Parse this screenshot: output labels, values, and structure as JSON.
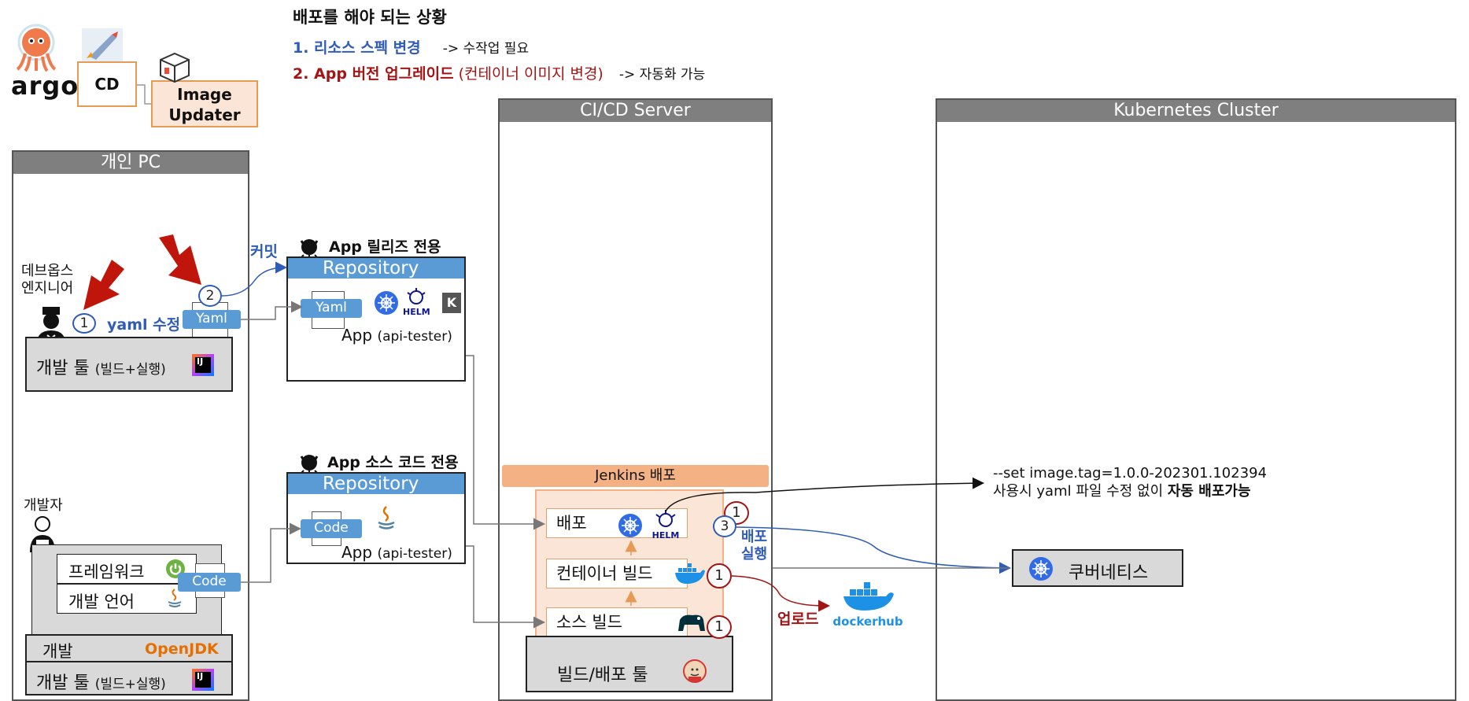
{
  "header": {
    "title": "배포를 해야 되는 상황",
    "line1_main": "1. 리소스 스펙 변경",
    "line1_note": "-> 수작업 필요",
    "line2_main": "2. App 버전 업그레이드",
    "line2_paren": "(컨테이너 이미지 변경)",
    "line2_note": "-> 자동화 가능"
  },
  "argo": {
    "logo_text": "argo",
    "cd_label": "CD",
    "image_updater_line1": "Image",
    "image_updater_line2": "Updater"
  },
  "personal_pc": {
    "title": "개인 PC",
    "devops_line1": "데브옵스",
    "devops_line2": "엔지니어",
    "yaml_edit": "yaml 수정",
    "yaml_tag": "Yaml",
    "dev_tool": "개발 툴",
    "dev_tool_sub": "(빌드+실행)",
    "developer": "개발자",
    "framework": "프레임워크",
    "dev_language": "개발 언어",
    "code_tag": "Code",
    "dev": "개발",
    "openjdk": "OpenJDK",
    "dev_tool2": "개발 툴",
    "dev_tool2_sub": "(빌드+실행)"
  },
  "commit_label": "커밋",
  "release_repo": {
    "caption": "App 릴리즈 전용",
    "bar": "Repository",
    "file_tag": "Yaml",
    "app": "App",
    "app_sub": "(api-tester)",
    "helm_text": "HELM",
    "k_text": "K"
  },
  "source_repo": {
    "caption": "App 소스 코드 전용",
    "bar": "Repository",
    "file_tag": "Code",
    "app": "App",
    "app_sub": "(api-tester)"
  },
  "cicd": {
    "title": "CI/CD Server",
    "jenkins_title": "Jenkins 배포",
    "step_deploy": "배포",
    "step_container": "컨테이너 빌드",
    "step_source": "소스 빌드",
    "build_tool": "빌드/배포 툴",
    "helm_text": "HELM"
  },
  "k8s": {
    "title": "Kubernetes Cluster",
    "kubernetes": "쿠버네티스",
    "note_line1": "--set image.tag=1.0.0-202301.102394",
    "note_line2_a": "사용시 yaml 파일 수정 없이 ",
    "note_line2_b": "자동 배포가능"
  },
  "labels": {
    "deploy_exec_1": "배포",
    "deploy_exec_2": "실행",
    "upload": "업로드",
    "dockerhub": "dockerhub"
  },
  "badges": {
    "yaml_step": "1",
    "commit_step": "2",
    "deploy_step": "3",
    "deploy_red": "1",
    "container_red": "1",
    "source_red": "1"
  },
  "colors": {
    "panel_header": "#7f7f7f",
    "repo_blue": "#5b9bd5",
    "jenkins_orange": "#f4b183",
    "jenkins_fill": "#fbe5d6",
    "highlight_blue": "#2e5cb8",
    "highlight_red": "#a31515",
    "docker_blue": "#1d91e6",
    "k8s_blue": "#326ce5"
  }
}
